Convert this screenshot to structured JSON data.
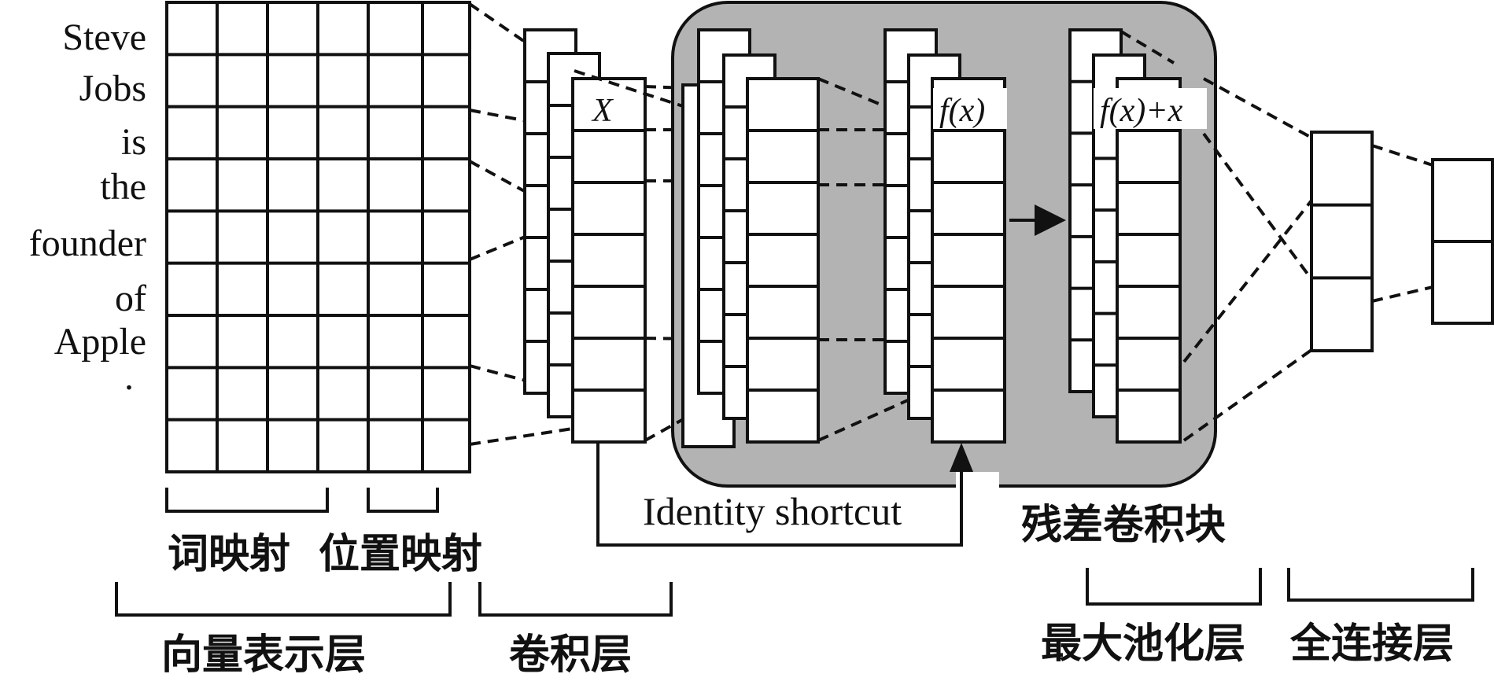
{
  "input_words": [
    "Steve",
    "Jobs",
    "is",
    "the",
    "founder",
    "of",
    "Apple",
    "."
  ],
  "labels": {
    "word_embedding": "词映射",
    "position_embedding": "位置映射",
    "vector_layer": "向量表示层",
    "conv_layer": "卷积层",
    "residual_block": "残差卷积块",
    "max_pooling": "最大池化层",
    "fully_connected": "全连接层",
    "identity_shortcut": "Identity shortcut"
  },
  "math": {
    "x": "X",
    "fx": "f(x)",
    "fx_plus_x": "f(x)+x"
  },
  "colors": {
    "block_fill": "#b3b3b3",
    "line": "#111111",
    "cell": "#ffffff"
  }
}
